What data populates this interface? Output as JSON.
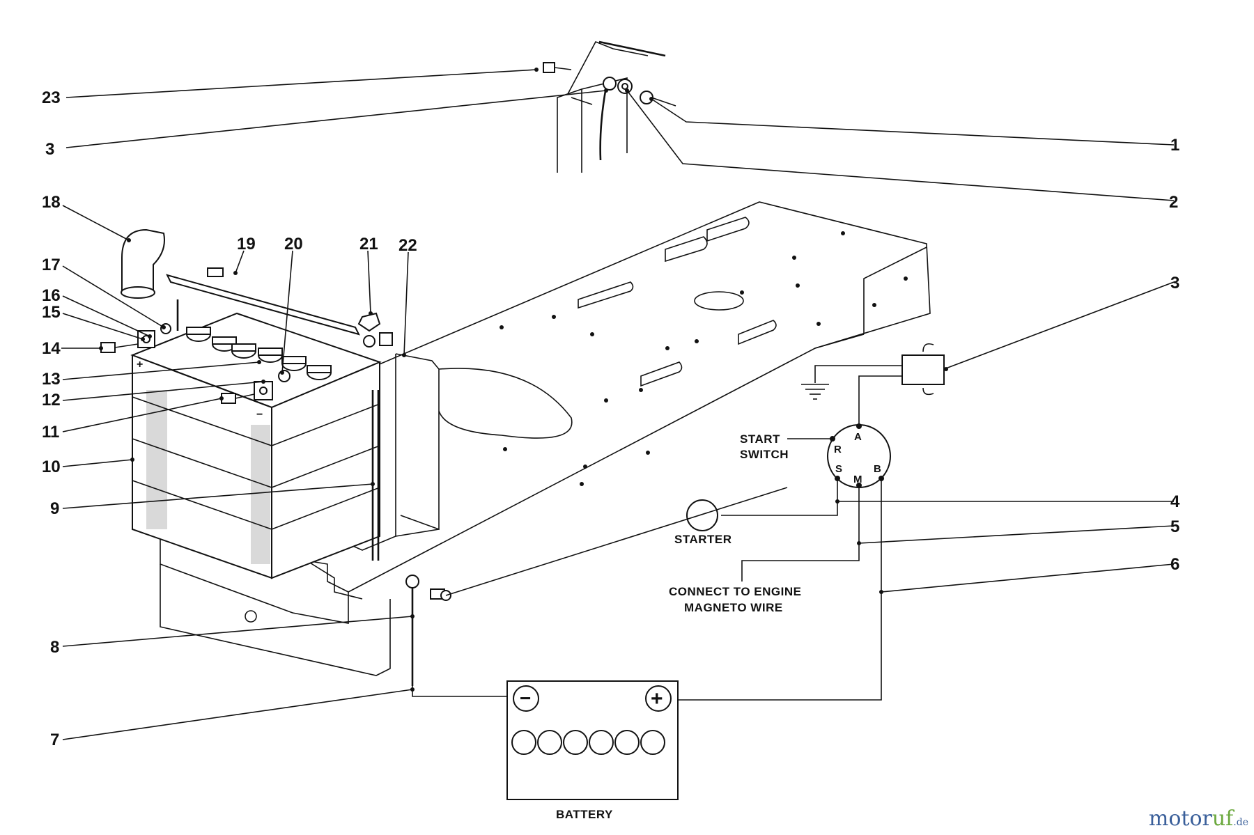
{
  "callouts": [
    {
      "id": "c23",
      "text": "23"
    },
    {
      "id": "c3a",
      "text": "3"
    },
    {
      "id": "c1",
      "text": "1"
    },
    {
      "id": "c2",
      "text": "2"
    },
    {
      "id": "c18",
      "text": "18"
    },
    {
      "id": "c19",
      "text": "19"
    },
    {
      "id": "c20",
      "text": "20"
    },
    {
      "id": "c21",
      "text": "21"
    },
    {
      "id": "c22",
      "text": "22"
    },
    {
      "id": "c17",
      "text": "17"
    },
    {
      "id": "c16",
      "text": "16"
    },
    {
      "id": "c15",
      "text": "15"
    },
    {
      "id": "c14",
      "text": "14"
    },
    {
      "id": "c13",
      "text": "13"
    },
    {
      "id": "c12",
      "text": "12"
    },
    {
      "id": "c11",
      "text": "11"
    },
    {
      "id": "c10",
      "text": "10"
    },
    {
      "id": "c9",
      "text": "9"
    },
    {
      "id": "c8",
      "text": "8"
    },
    {
      "id": "c7",
      "text": "7"
    },
    {
      "id": "c3b",
      "text": "3"
    },
    {
      "id": "c4",
      "text": "4"
    },
    {
      "id": "c5",
      "text": "5"
    },
    {
      "id": "c6",
      "text": "6"
    }
  ],
  "labels": {
    "start_switch_line1": "START",
    "start_switch_line2": "SWITCH",
    "starter": "STARTER",
    "magneto_line1": "CONNECT TO ENGINE",
    "magneto_line2": "MAGNETO WIRE",
    "battery": "BATTERY"
  },
  "switch_terminals": {
    "a": "A",
    "r": "R",
    "s": "S",
    "m": "M",
    "b": "B"
  },
  "battery_symbols": {
    "negative": "−",
    "positive": "+"
  },
  "battery_terminal_marks": {
    "positive": "+",
    "negative": "−"
  },
  "watermark": {
    "part1": "motor",
    "part2": "uf",
    "part3": ".de"
  },
  "colors": {
    "ink": "#111111",
    "watermark_blue": "#3a5f9a",
    "watermark_green": "#6aa83c"
  }
}
